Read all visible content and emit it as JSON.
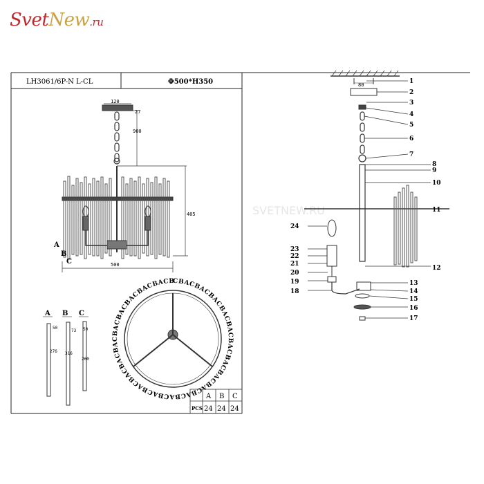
{
  "brand": {
    "logo_svet": "Svet",
    "logo_new": "New",
    "logo_ru": ".ru"
  },
  "header": {
    "model": "LH3061/6P-N L-CL",
    "size": "Φ500*H350"
  },
  "dimensions": {
    "top_width": "120",
    "top_height": "27",
    "chain_length": "900",
    "body_height": "405",
    "diameter": "500"
  },
  "crystal_labels": {
    "a": "A",
    "b": "B",
    "c": "C"
  },
  "crystal_dims": {
    "a": {
      "top": "50",
      "length": "276"
    },
    "b": {
      "top": "73",
      "length": "316"
    },
    "c": {
      "top": "50",
      "length": "260"
    }
  },
  "ring_text": "CBACBACBACBACBACBACBACBACBACBACBACBACBACBACBACBACBACBACBACBACBACBACBACBACBACBACBACBAC",
  "pcs_table": {
    "label": "PCS",
    "headers": [
      "A",
      "B",
      "C"
    ],
    "values": [
      "24",
      "24",
      "24"
    ]
  },
  "watermark": "SVETNEW.RU",
  "parts": [
    "1",
    "2",
    "3",
    "4",
    "5",
    "6",
    "7",
    "8",
    "9",
    "10",
    "11",
    "12",
    "13",
    "14",
    "15",
    "16",
    "17",
    "18",
    "19",
    "20",
    "21",
    "22",
    "23",
    "24"
  ],
  "part_dims": {
    "canopy_width": "80"
  }
}
